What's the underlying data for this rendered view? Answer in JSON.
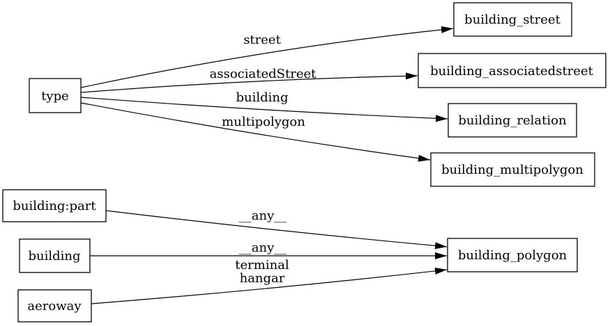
{
  "diagram": {
    "type": "directed-graph",
    "background_color": "#ffffff",
    "stroke_color": "#000000",
    "text_color": "#000000",
    "nodes": [
      {
        "id": "type",
        "label": "type"
      },
      {
        "id": "building_street",
        "label": "building_street"
      },
      {
        "id": "building_associatedstreet",
        "label": "building_associatedstreet"
      },
      {
        "id": "building_relation",
        "label": "building_relation"
      },
      {
        "id": "building_multipolygon",
        "label": "building_multipolygon"
      },
      {
        "id": "building:part",
        "label": "building:part"
      },
      {
        "id": "building",
        "label": "building"
      },
      {
        "id": "aeroway",
        "label": "aeroway"
      },
      {
        "id": "building_polygon",
        "label": "building_polygon"
      }
    ],
    "edges": [
      {
        "from": "type",
        "to": "building_street",
        "label": "street"
      },
      {
        "from": "type",
        "to": "building_associatedstreet",
        "label": "associatedStreet"
      },
      {
        "from": "type",
        "to": "building_relation",
        "label": "building"
      },
      {
        "from": "type",
        "to": "building_multipolygon",
        "label": "multipolygon"
      },
      {
        "from": "building:part",
        "to": "building_polygon",
        "label": "__any__"
      },
      {
        "from": "building",
        "to": "building_polygon",
        "label": "__any__"
      },
      {
        "from": "aeroway",
        "to": "building_polygon",
        "label_lines": [
          "terminal",
          "hangar"
        ]
      }
    ]
  }
}
